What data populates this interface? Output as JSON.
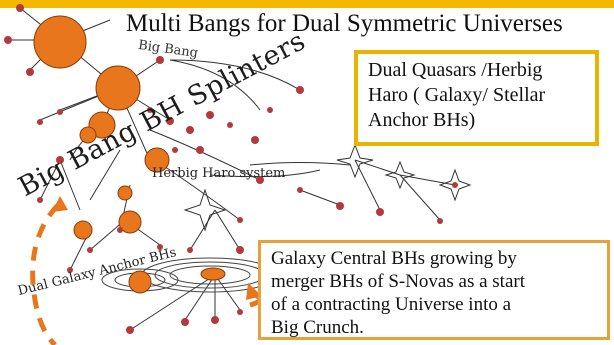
{
  "top_strip_text": "",
  "title": "Multi Bangs for Dual Symmetric Universes",
  "box_quasar": {
    "lines": [
      "Dual Quasars /Herbig",
      "Haro ( Galaxy/ Stellar",
      "Anchor BHs)"
    ]
  },
  "box_galaxy": {
    "lines": [
      "Galaxy Central BHs growing by",
      "merger BHs of S-Novas as a start",
      "of a contracting Universe into a",
      "Big Crunch."
    ]
  },
  "sketch_labels": {
    "big_bang": "Big Bang",
    "splinters": "Big Bang BH Splinters",
    "herbig_haro": "Herbig Haro system",
    "dual_anchor": "Dual Galaxy Anchor BHs"
  },
  "colors": {
    "accent_orange": "#e8761c",
    "node_red": "#b23a3a",
    "box_yellow": "#e8b400",
    "box_orange": "#e7a13a",
    "ink": "#222222"
  }
}
